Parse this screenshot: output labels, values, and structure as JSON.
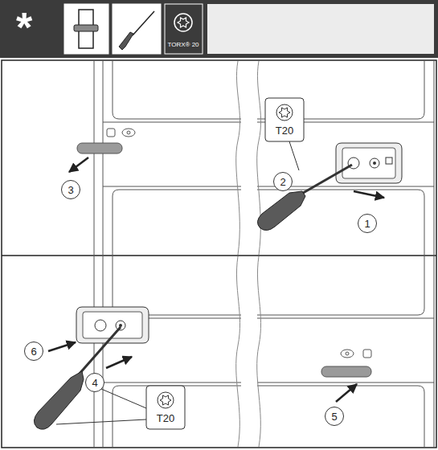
{
  "diagram": {
    "labels": [
      "*",
      "TORX® 20",
      "3",
      "T20",
      "2",
      "1",
      "6",
      "4",
      "T20",
      "5"
    ]
  }
}
